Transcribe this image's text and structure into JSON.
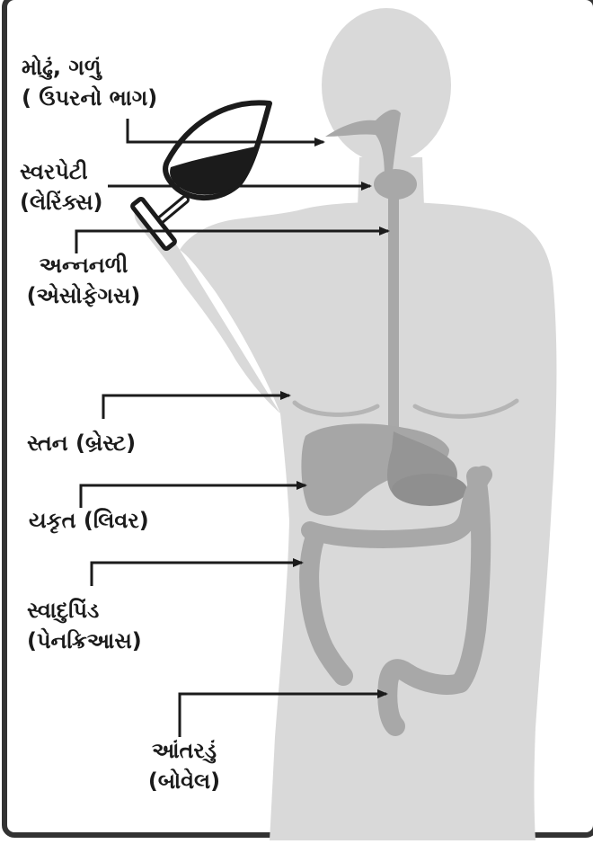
{
  "labels": {
    "mouth": {
      "line1": "મોઢું, ગળું",
      "line2": "( ઉપરનો ભાગ)"
    },
    "larynx": {
      "line1": "સ્વરપેટી",
      "line2": "(લેરિંક્સ)"
    },
    "esophagus": {
      "line1": "અન્નનળી",
      "line2": "(એસોફેગસ)"
    },
    "breast": {
      "line1": "સ્તન (બ્રેસ્ટ)"
    },
    "liver": {
      "line1": "યકૃત (લિવર)"
    },
    "pancreas": {
      "line1": "સ્વાદુપિંડ",
      "line2": "(પેનક્રિઆસ)"
    },
    "bowel": {
      "line1": "આંતરડું",
      "line2": "(બોવેલ)"
    }
  },
  "colors": {
    "silhouette": "#d9d9d9",
    "organ": "#a8a8a8",
    "organ_dark": "#8f8f8f",
    "arrow": "#1b1b1b",
    "frame": "#333333"
  }
}
